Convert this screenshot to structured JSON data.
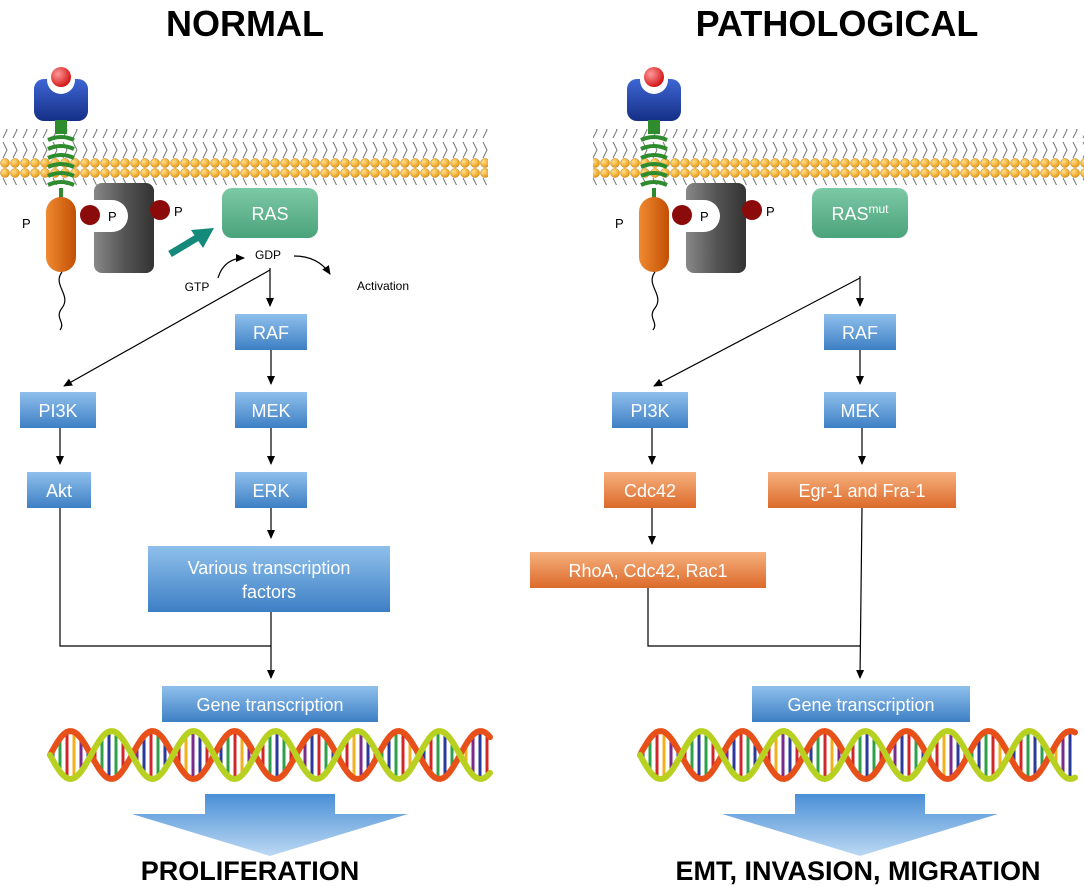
{
  "panels": [
    {
      "title": "NORMAL",
      "ras_label": "RAS",
      "gdp": "GDP",
      "gtp": "GTP",
      "activation": "Activation",
      "p": "P",
      "boxes": {
        "raf": "RAF",
        "pi3k": "PI3K",
        "mek": "MEK",
        "akt": "Akt",
        "erk": "ERK",
        "tf_line1": "Various transcription",
        "tf_line2": "factors",
        "gene": "Gene transcription"
      },
      "outcome": "PROLIFERATION"
    },
    {
      "title": "PATHOLOGICAL",
      "ras_label": "RAS",
      "ras_sup": "mut",
      "p": "P",
      "boxes": {
        "raf": "RAF",
        "pi3k": "PI3K",
        "mek": "MEK",
        "cdc42": "Cdc42",
        "egr": "Egr-1 and Fra-1",
        "rho": "RhoA, Cdc42, Rac1",
        "gene": "Gene transcription"
      },
      "outcome": "EMT, INVASION, MIGRATION"
    }
  ],
  "colors": {
    "blue_box": "#5b9bd5",
    "orange_box": "#e8864a",
    "ras_green": "#5fb48f",
    "receptor_blue": "#1f3fa0",
    "ligand_red": "#e02020",
    "lipid_orange": "#f5a623",
    "helix_green": "#2e8b2e",
    "adaptor_orange": "#e0620a",
    "kinase_gray": "#555555",
    "phospho_dark_red": "#8b0a0a",
    "arrow_teal": "#138a7a"
  }
}
